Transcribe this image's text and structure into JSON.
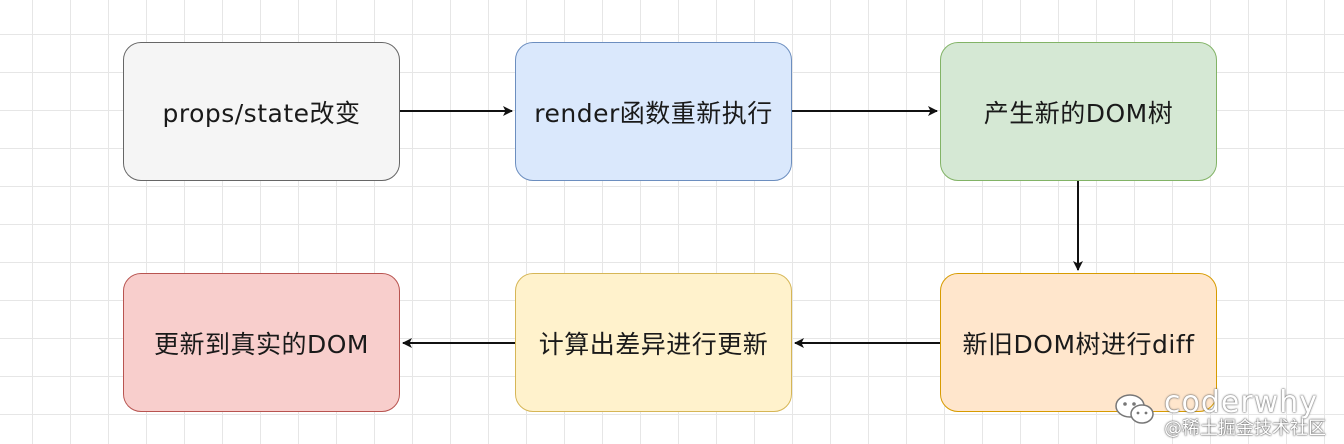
{
  "diagram": {
    "nodes": [
      {
        "id": "n1",
        "label": "props/state改变",
        "fill": "#f5f5f5",
        "border": "#666666"
      },
      {
        "id": "n2",
        "label": "render函数重新执行",
        "fill": "#dae8fc",
        "border": "#6c8ebf"
      },
      {
        "id": "n3",
        "label": "产生新的DOM树",
        "fill": "#d5e8d4",
        "border": "#82b366"
      },
      {
        "id": "n4",
        "label": "新旧DOM树进行diff",
        "fill": "#ffe6cc",
        "border": "#d79b00"
      },
      {
        "id": "n5",
        "label": "计算出差异进行更新",
        "fill": "#fff2cc",
        "border": "#d6b656"
      },
      {
        "id": "n6",
        "label": "更新到真实的DOM",
        "fill": "#f8cecc",
        "border": "#b85450"
      }
    ],
    "edges": [
      {
        "from": "n1",
        "to": "n2"
      },
      {
        "from": "n2",
        "to": "n3"
      },
      {
        "from": "n3",
        "to": "n4"
      },
      {
        "from": "n4",
        "to": "n5"
      },
      {
        "from": "n5",
        "to": "n6"
      }
    ]
  },
  "watermark": {
    "brand": "coderwhy",
    "site": "@稀土掘金技术社区",
    "icon": "wechat-icon"
  }
}
